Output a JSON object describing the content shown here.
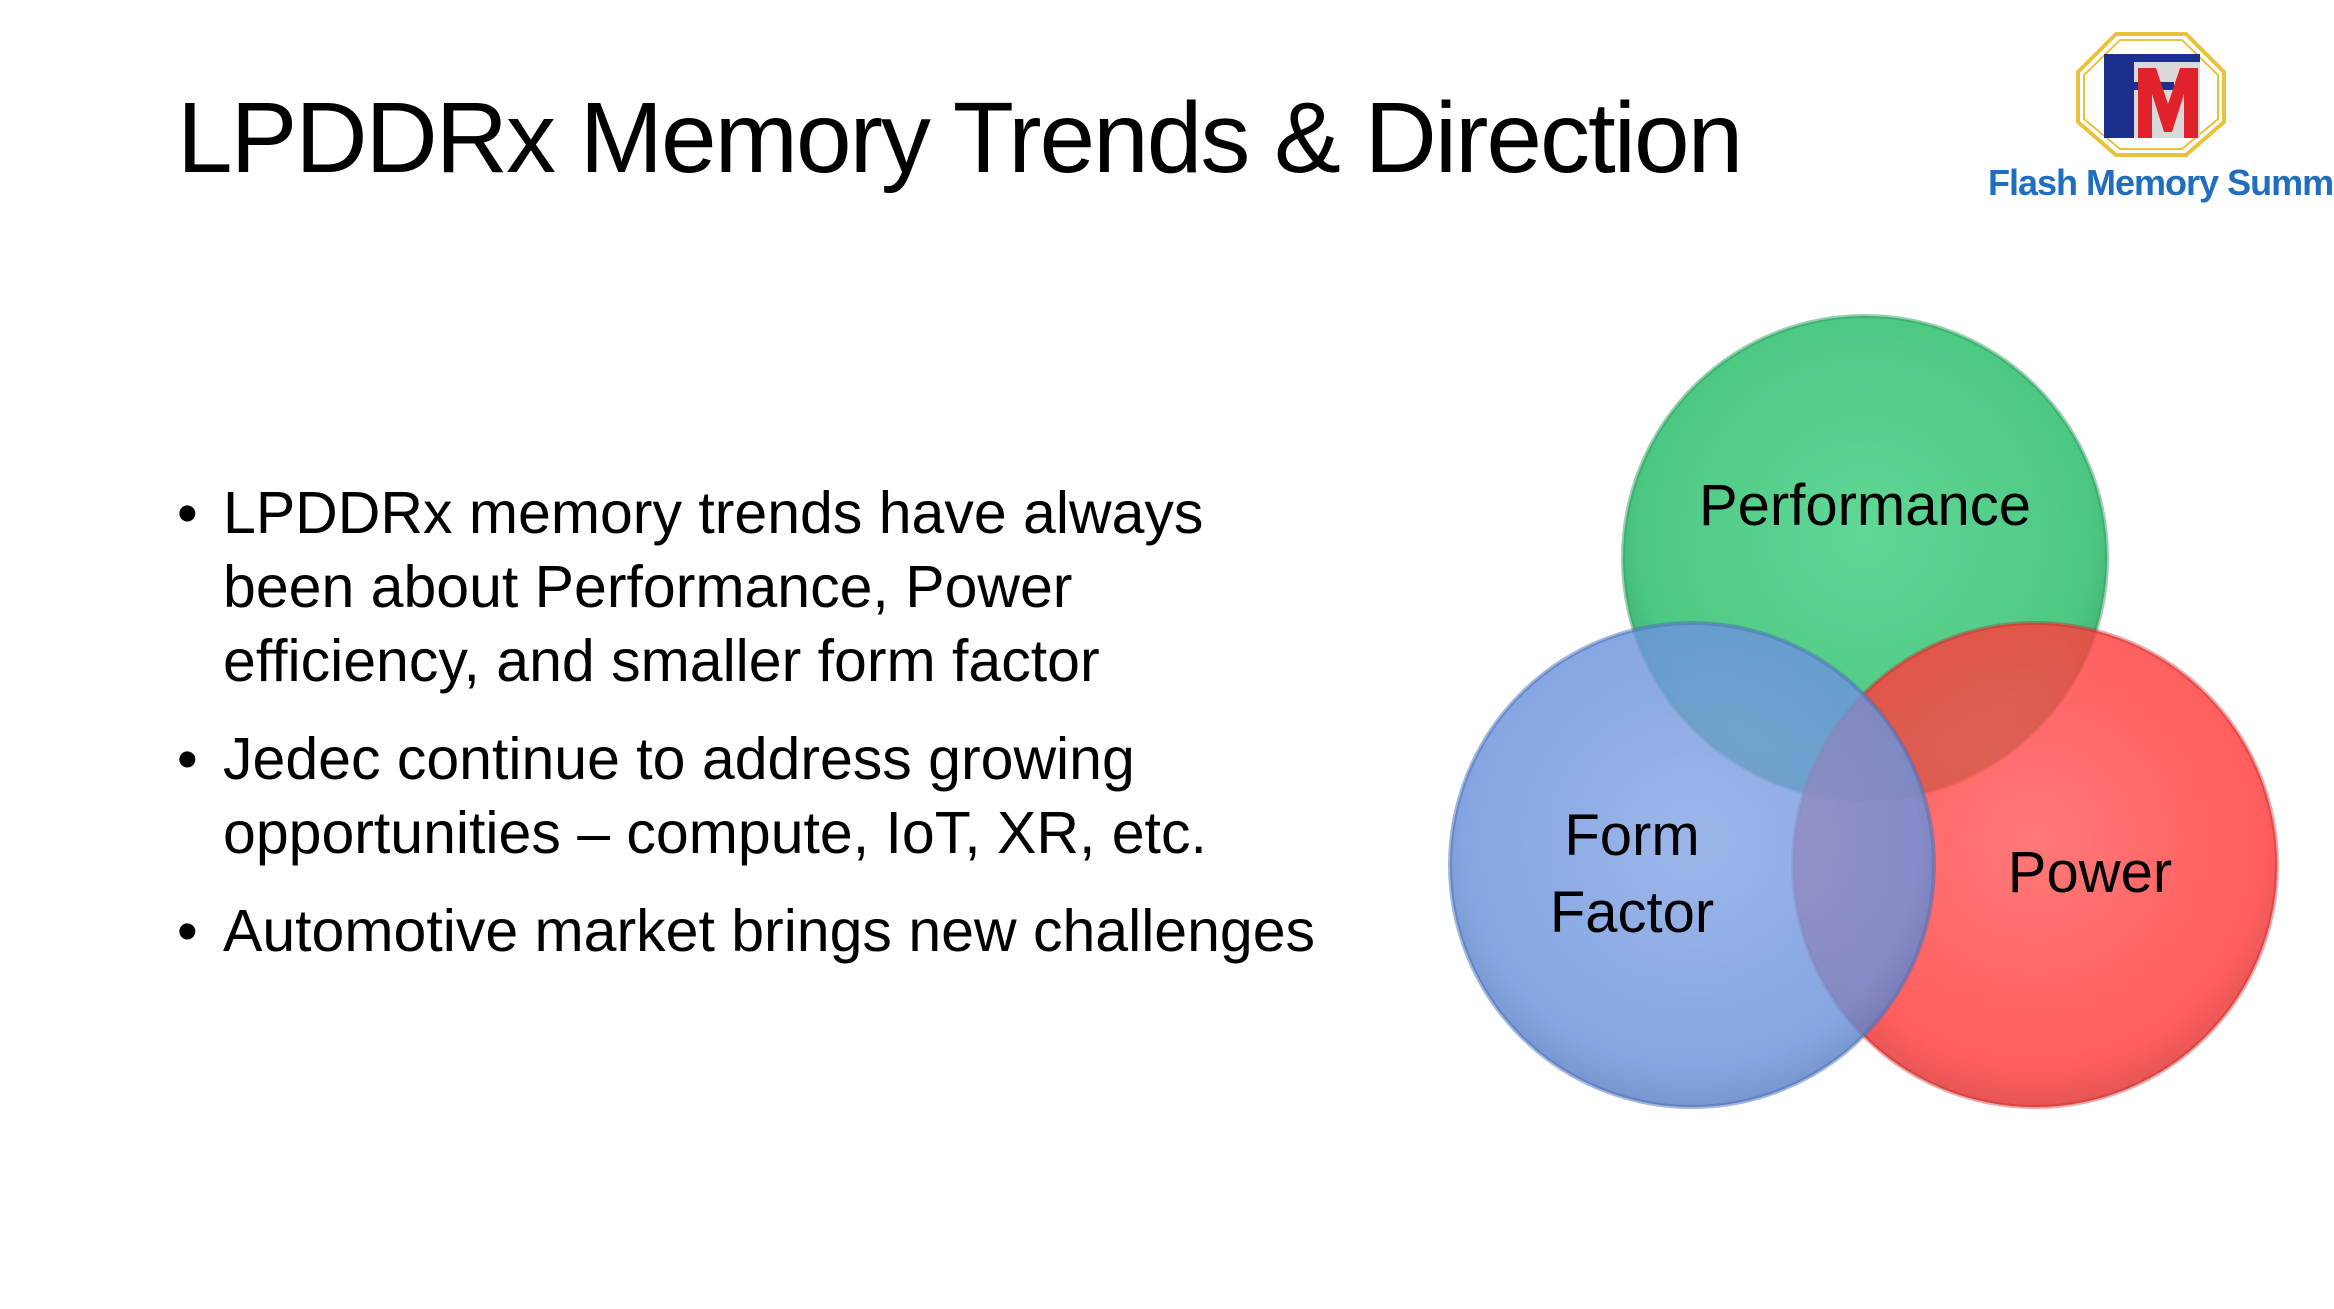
{
  "slide": {
    "title": "LPDDRx Memory Trends & Direction",
    "logo": {
      "text": "Flash Memory Summit",
      "icon": "fms-logo-icon",
      "colors": {
        "navy": "#1b2f8c",
        "red": "#e0232b",
        "gold": "#e9c23b",
        "text": "#1f6ec0"
      }
    },
    "bullets": [
      {
        "marker": "•",
        "text": "LPDDRx memory trends have always been about Performance, Power efficiency, and smaller form factor"
      },
      {
        "marker": "•",
        "text": "Jedec continue to address growing opportunities – compute, IoT, XR, etc."
      },
      {
        "marker": "•",
        "text": "Automotive market brings new challenges"
      }
    ],
    "venn": {
      "circles": [
        {
          "label": "Performance",
          "color": "#3fc47a"
        },
        {
          "label_line1": "Form",
          "label_line2": "Factor",
          "color": "#6b93dc"
        },
        {
          "label": "Power",
          "color": "#ff3b3b"
        }
      ]
    }
  }
}
